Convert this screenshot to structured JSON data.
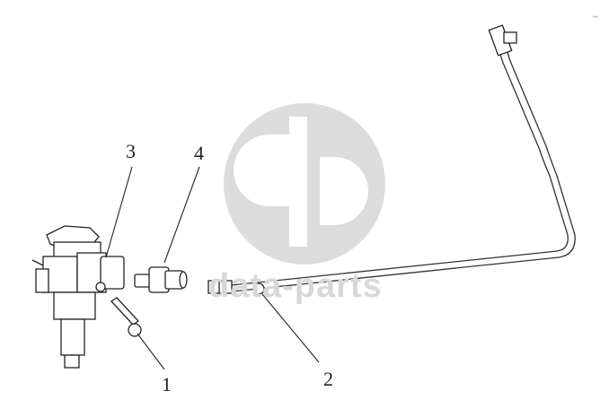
{
  "diagram": {
    "callouts": [
      {
        "id": "3",
        "label": "3"
      },
      {
        "id": "4",
        "label": "4"
      },
      {
        "id": "1",
        "label": "1"
      },
      {
        "id": "2",
        "label": "2"
      }
    ],
    "watermark": {
      "text": "data-parts",
      "icon": "gd-logo-icon"
    },
    "colors": {
      "line": "#222222",
      "watermark": "#d6d6d6"
    }
  }
}
